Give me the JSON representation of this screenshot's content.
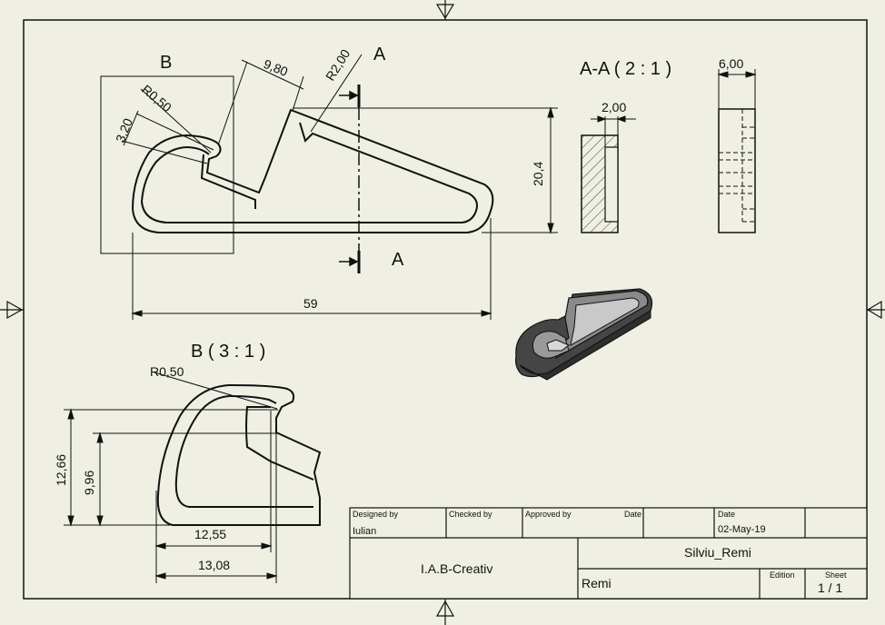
{
  "drawing": {
    "section_label_a": "A",
    "detail_label_b": "B",
    "view_b_title": "B ( 3 : 1 )",
    "view_aa_title": "A-A ( 2 : 1 )"
  },
  "dims_main": {
    "d_9_80": "9,80",
    "d_r2_00": "R2,00",
    "d_r0_50": "R0,50",
    "d_3_20": "3,20",
    "d_20_4": "20,4",
    "d_59": "59"
  },
  "dims_detail_b": {
    "d_r0_50": "R0,50",
    "d_12_66": "12,66",
    "d_9_96": "9,96",
    "d_12_55": "12,55",
    "d_13_08": "13,08"
  },
  "dims_section": {
    "d_2_00": "2,00",
    "d_6_00": "6,00"
  },
  "title_block": {
    "designed_by_label": "Designed by",
    "checked_by_label": "Checked by",
    "approved_by_label": "Approved by",
    "date_label_1": "Date",
    "date_label_2": "Date",
    "designer": "Iulian",
    "date_value": "02-May-19",
    "company": "I.A.B-Creativ",
    "title": "Silviu_Remi",
    "subtitle": "Remi",
    "edition_label": "Edition",
    "sheet_label": "Sheet",
    "sheet_value": "1 / 1"
  }
}
